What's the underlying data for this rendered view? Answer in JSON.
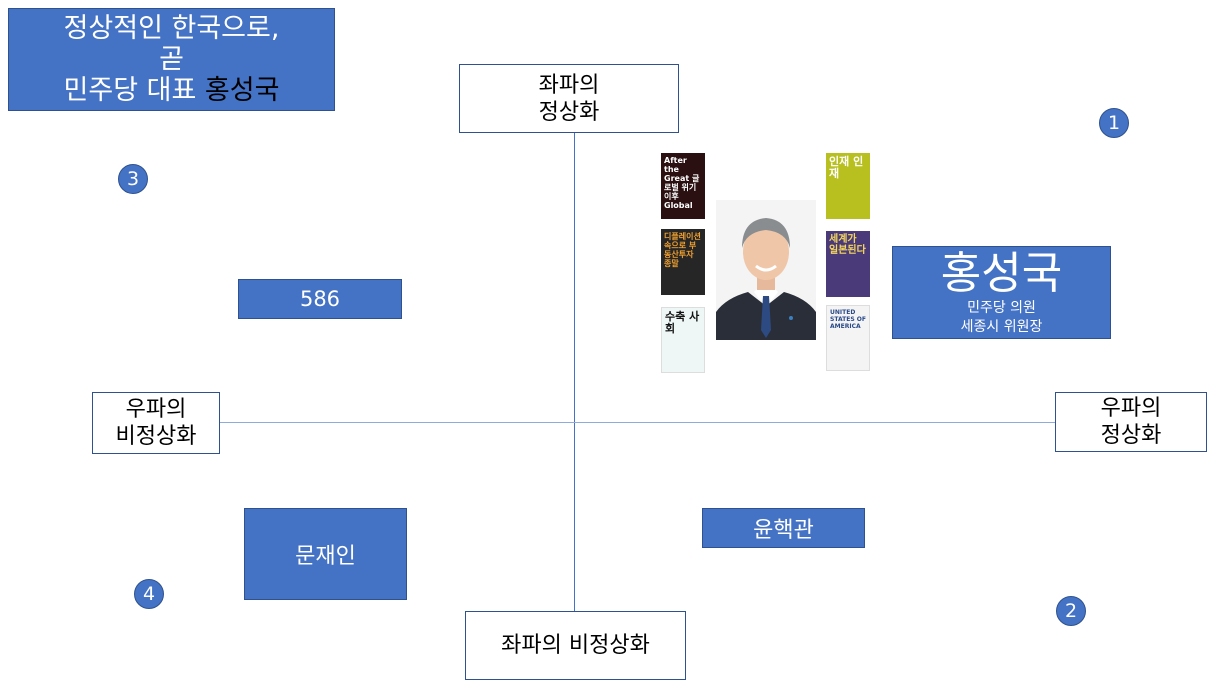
{
  "colors": {
    "fill": "#4472c4",
    "border": "#2f528f",
    "axis_vertical": "#4472c4",
    "axis_horizontal": "#8faadc",
    "text_on_fill": "#ffffff",
    "text_dark": "#000000"
  },
  "title_box": {
    "line1": "정상적인 한국으로,",
    "line2": "곧",
    "line3_prefix": "민주당 대표 ",
    "line3_highlight": "홍성국"
  },
  "axes": {
    "top": "좌파의\n정상화",
    "bottom": "좌파의 비정상화",
    "left": "우파의\n비정상화",
    "right": "우파의\n정상화"
  },
  "quadrant_numbers": {
    "q1": "1",
    "q2": "2",
    "q3": "3",
    "q4": "4"
  },
  "figures": {
    "f586": "586",
    "moon": "문재인",
    "yoon": "윤핵관"
  },
  "profile": {
    "name": "홍성국",
    "role1": "민주당 의원",
    "role2": "세종시 위원장"
  },
  "books": {
    "b1": "After the Great 글로벌 위기 이후 Global",
    "b2": "디플레이션 속으로 부동산투자 종말",
    "b3": "수축 사회",
    "b4": "인재 인재",
    "b5": "세계가 일본된다",
    "b6": "UNITED STATES OF AMERICA"
  }
}
